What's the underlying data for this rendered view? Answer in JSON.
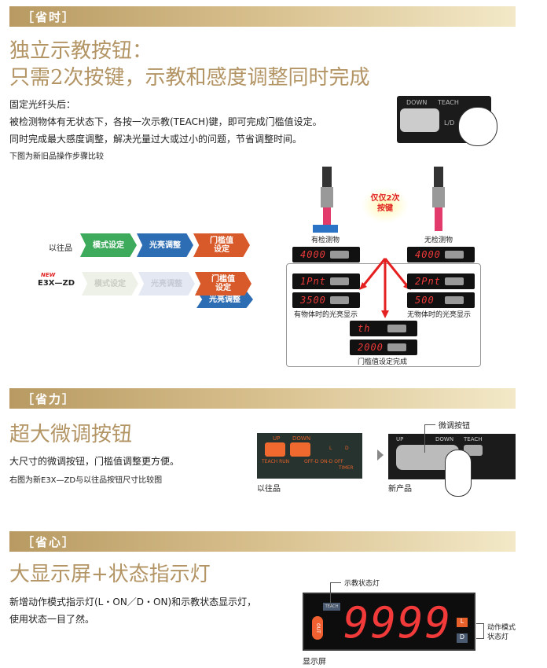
{
  "sections": [
    {
      "tag": "［省时］",
      "title1": "独立示教按钮：",
      "title2": "只需2次按键，示教和感度调整同时完成",
      "body": [
        "固定光纤头后：",
        "被检测物体有无状态下，各按一次示教(TEACH)键，即可完成门槛值设定。",
        "同时完成最大感度调整，解决光量过大或过小的问题，节省调整时间。"
      ],
      "note": "下图为新旧品操作步骤比较"
    },
    {
      "tag": "［省力］",
      "title": "超大微调按钮",
      "body": "大尺寸的微调按钮，门槛值调整更方便。",
      "note": "右图为新E3X—ZD与以往品按钮尺寸比较图"
    },
    {
      "tag": "［省心］",
      "title": "大显示屏+状态指示灯",
      "body": [
        "新增动作模式指示灯(L・ON／D・ON)和示教状态显示灯，",
        "使用状态一目了然。"
      ]
    }
  ],
  "device_top": {
    "down": "DOWN",
    "teach": "TEACH",
    "ld": "L/D"
  },
  "flow": {
    "old_label": "以往品",
    "new_badge": "NEW",
    "new_label": "E3X—ZD",
    "steps": [
      "模式设定",
      "光亮调整",
      "门槛值\n设定"
    ],
    "new_sub": "光亮调整"
  },
  "teach_diagram": {
    "badge": "仅仅2次\n按键",
    "with_obj": "有检测物",
    "without_obj": "无检测物",
    "displays": {
      "start": "4000",
      "p1": "1Pnt",
      "v1": "3500",
      "p2": "2Pnt",
      "v2": "500",
      "th": "th",
      "done": "2000"
    },
    "cap_with": "有物体时的光亮显示",
    "cap_without": "无物体时的光亮显示",
    "cap_done": "门槛值设定完成"
  },
  "buttons_compare": {
    "old": "以往品",
    "new": "新产品",
    "callout": "微调按钮",
    "old_labels": {
      "up": "UP",
      "down": "DOWN",
      "teach_run": "TEACH RUN",
      "mode": "OFF-D ON-D OFF",
      "timer": "TIMER",
      "l": "L",
      "d": "D"
    },
    "new_labels": {
      "up": "UP",
      "down": "DOWN",
      "teach": "TEACH"
    }
  },
  "display_panel": {
    "digits": "9999",
    "out": "OUT",
    "teach": "TEACH",
    "l": "L",
    "d": "D",
    "callout_teach": "示教状态灯",
    "callout_mode": "动作模式\n状态灯",
    "caption": "显示屏"
  }
}
